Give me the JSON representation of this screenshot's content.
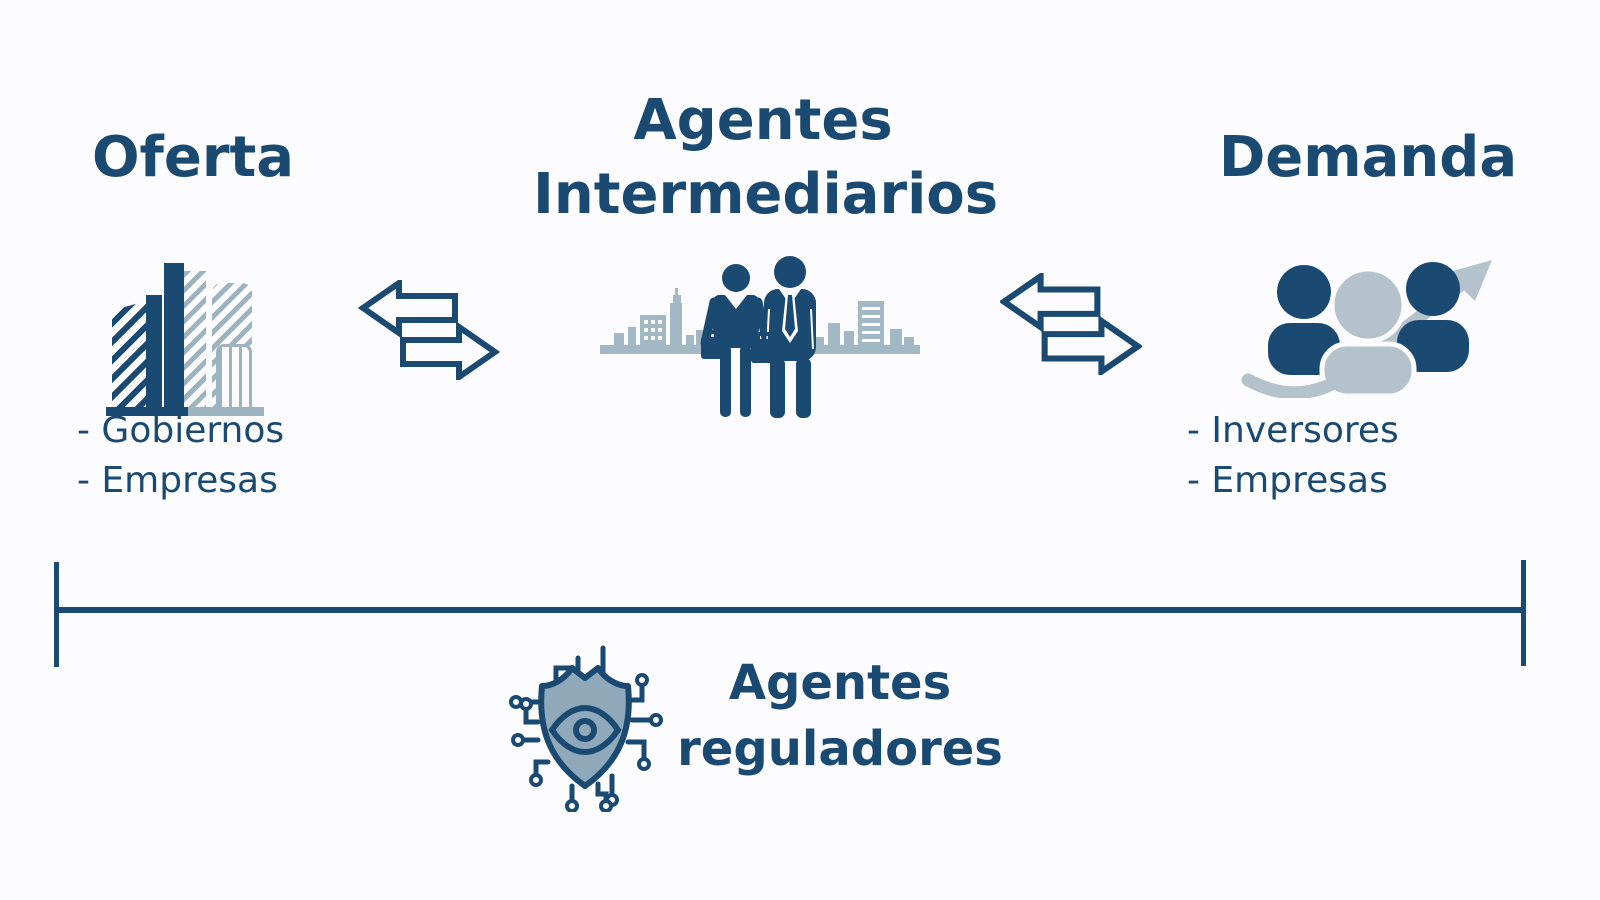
{
  "colors": {
    "navy": "#1a4a72",
    "light_blue_gray": "#a3b8c5",
    "shield_fill": "#8fa9ba",
    "background": "#fcfcfe"
  },
  "supply": {
    "title": "Oferta",
    "items": [
      "- Gobiernos",
      "- Empresas"
    ],
    "icon": "city-buildings-icon"
  },
  "intermediaries": {
    "title_line1": "Agentes",
    "title_line2": "Intermediarios",
    "icon": "business-people-city-icon"
  },
  "demand": {
    "title": "Demanda",
    "items": [
      "- Inversores",
      "- Empresas"
    ],
    "icon": "investors-growth-arrow-icon"
  },
  "exchange": {
    "icon": "double-exchange-arrows-icon"
  },
  "regulators": {
    "title_line1": "Agentes",
    "title_line2": "reguladores",
    "icon": "cyber-shield-eye-icon"
  }
}
